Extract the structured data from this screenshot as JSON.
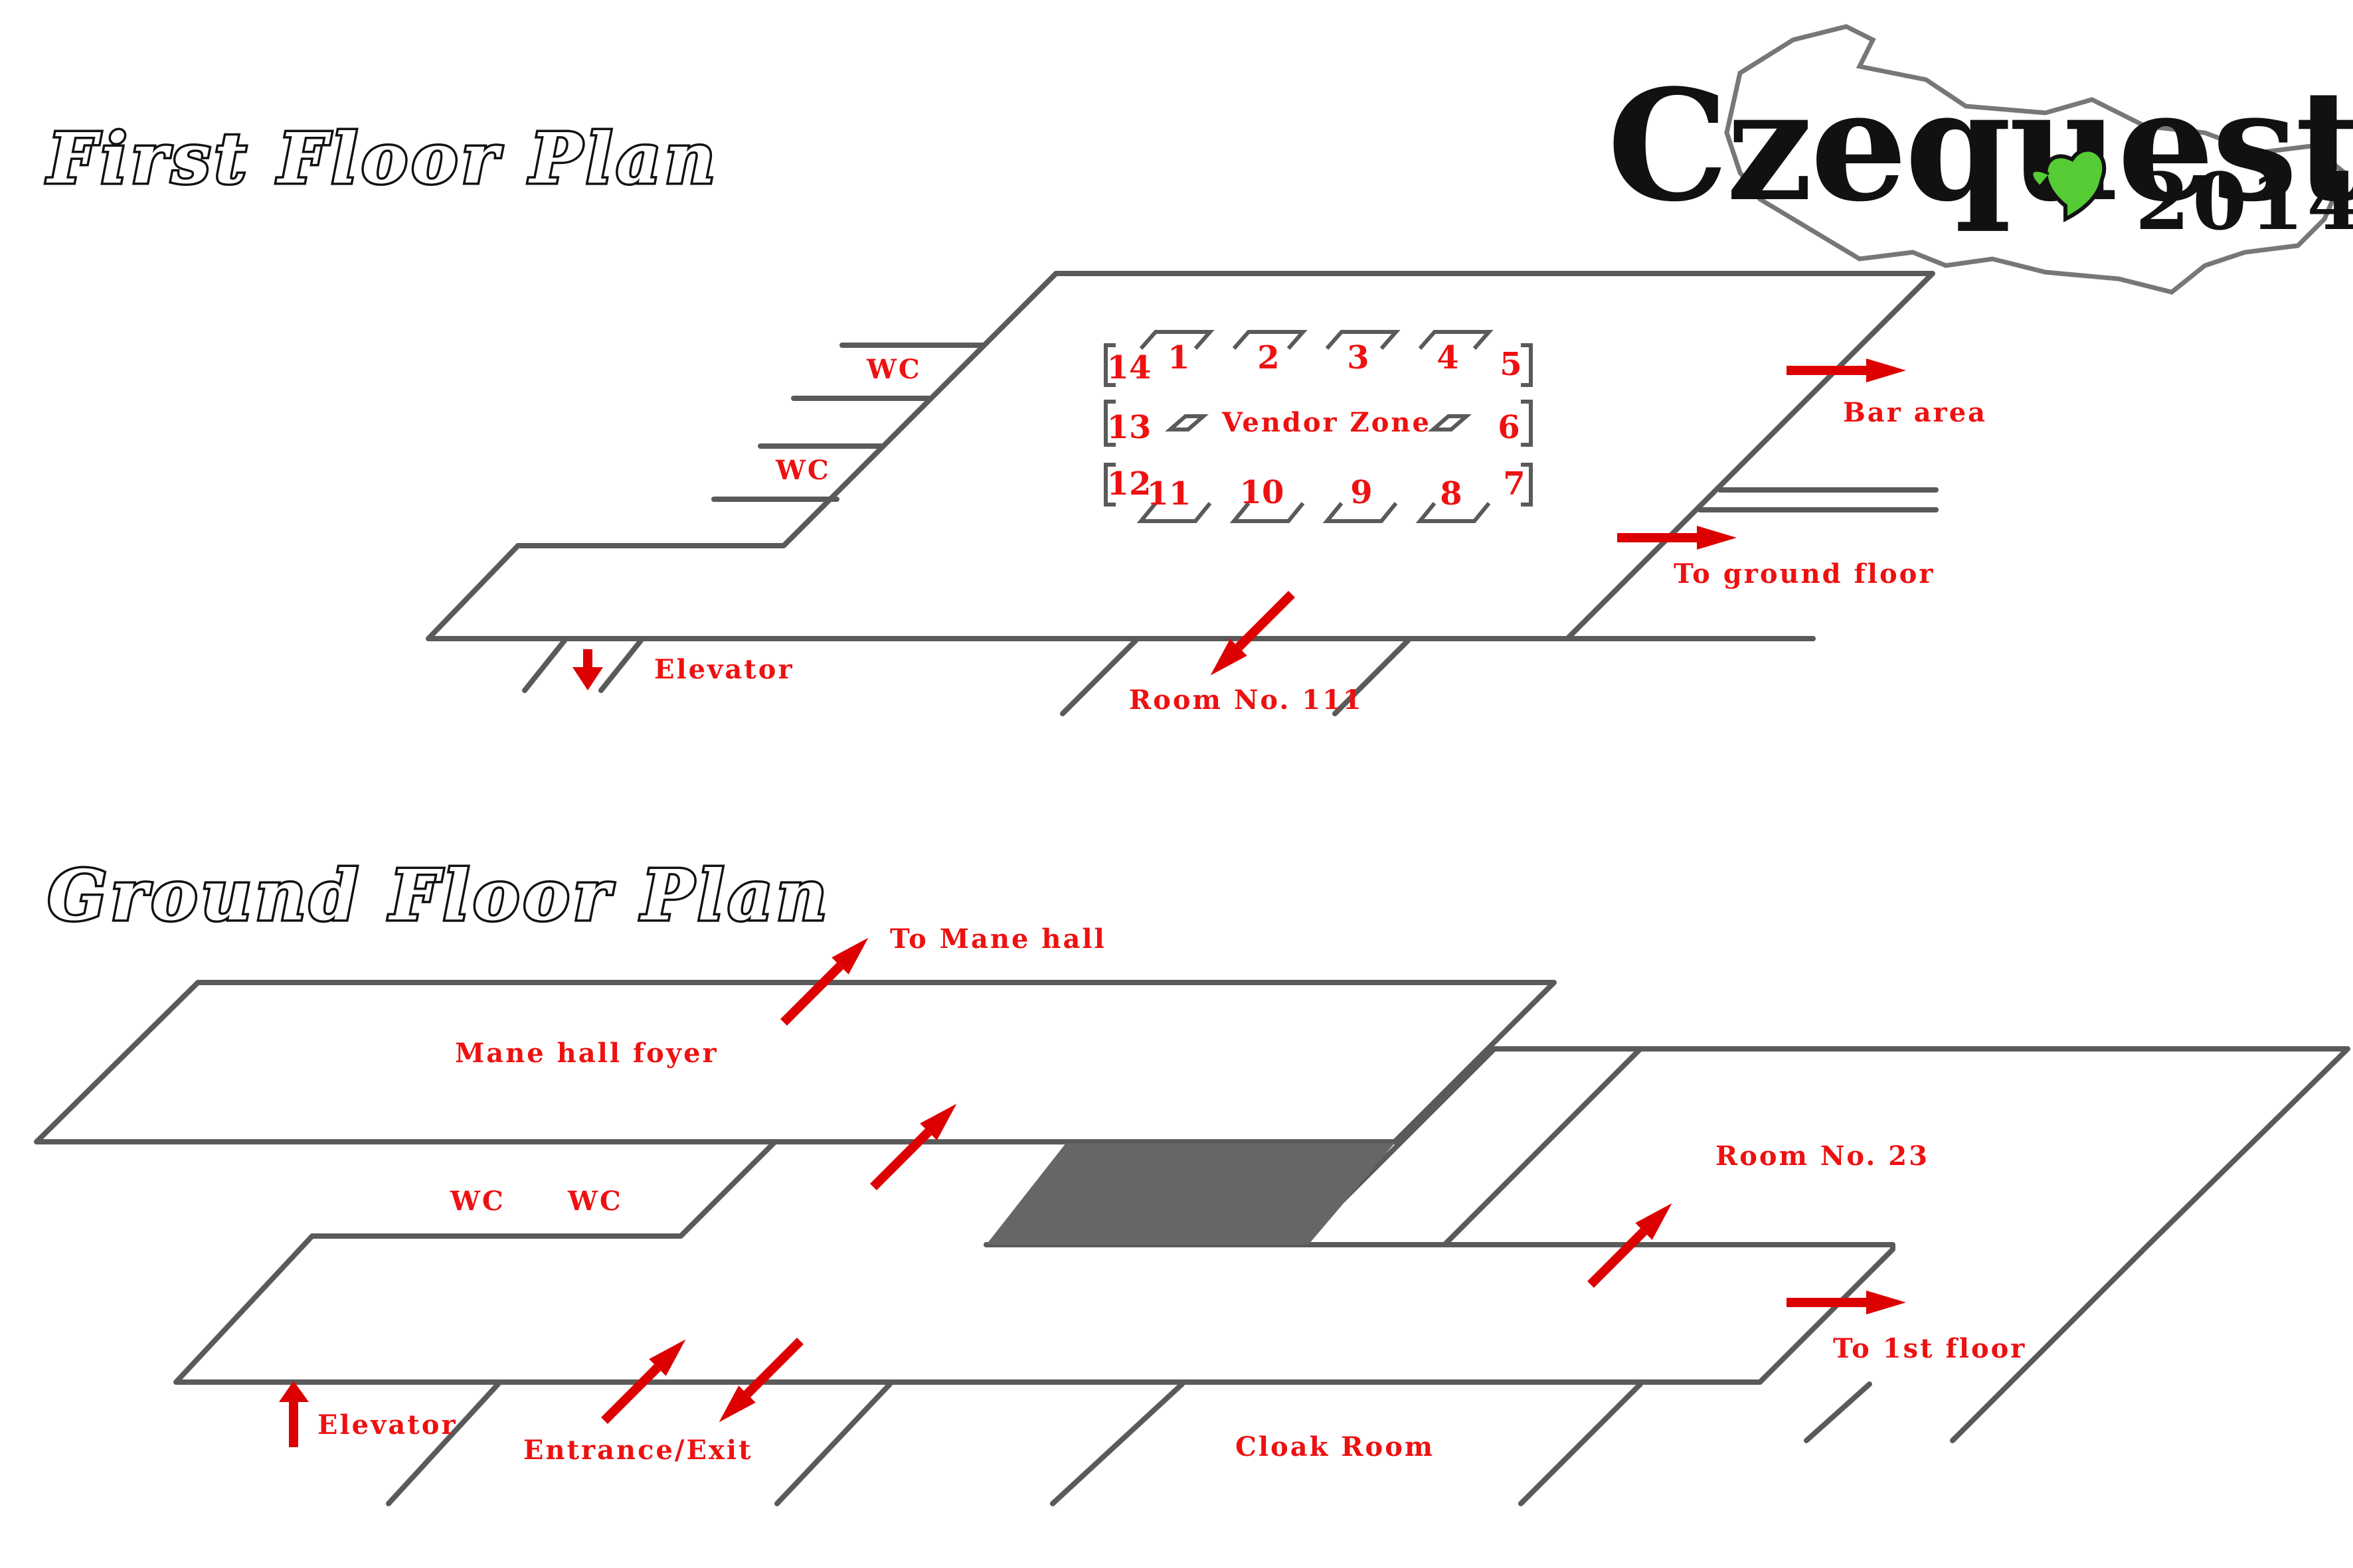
{
  "logo": {
    "name": "Czequestria",
    "year": "2014",
    "colors": {
      "text": "#111111",
      "leaf": "#55cc33",
      "country_outline": "#777777"
    }
  },
  "first_floor": {
    "title": "First Floor Plan",
    "labels": {
      "wc_upper": "WC",
      "wc_lower": "WC",
      "vendor_zone": "Vendor Zone",
      "bar_area": "Bar area",
      "to_ground_floor": "To ground floor",
      "elevator": "Elevator",
      "room_111": "Room No. 111"
    },
    "stalls": [
      "1",
      "2",
      "3",
      "4",
      "5",
      "6",
      "7",
      "8",
      "9",
      "10",
      "11",
      "12",
      "13",
      "14"
    ]
  },
  "ground_floor": {
    "title": "Ground Floor Plan",
    "labels": {
      "to_mane_hall": "To Mane hall",
      "mane_hall_foyer": "Mane hall foyer",
      "wc_left": "WC",
      "wc_right": "WC",
      "room_23": "Room No. 23",
      "to_1st_floor": "To 1st floor",
      "elevator": "Elevator",
      "entrance_exit": "Entrance/Exit",
      "cloak_room": "Cloak Room"
    }
  },
  "colors": {
    "label_red": "#ee1111",
    "arrow_red": "#dd0000",
    "wall_gray": "#5a5a5a",
    "stairwell": "#666666"
  }
}
